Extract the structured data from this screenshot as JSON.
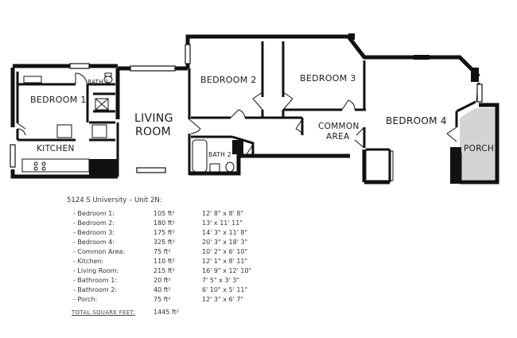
{
  "rooms": {
    "bedroom1": "BEDROOM 1",
    "bedroom2": "BEDROOM 2",
    "bedroom3": "BEDROOM 3",
    "bedroom4": "BEDROOM 4",
    "living1": "LIVING",
    "living2": "ROOM",
    "kitchen": "KITCHEN",
    "common1": "COMMON",
    "common2": "AREA",
    "bath1": "BATH 1",
    "bath2": "BATH 2",
    "porch": "PORCH"
  },
  "table": {
    "title": "5124 S University – Unit 2N:",
    "rows": [
      {
        "name": "-  Bedroom 1:",
        "area": "105 ft²",
        "dims": "12' 8\" x 8' 8\""
      },
      {
        "name": "-  Bedroom 2:",
        "area": "180 ft²",
        "dims": "13' x 11' 11\""
      },
      {
        "name": "-  Bedroom 3:",
        "area": "175 ft²",
        "dims": "14' 3\" x 11' 8\""
      },
      {
        "name": "-  Bedroom 4:",
        "area": "325 ft²",
        "dims": "20' 3\" x 18' 3\""
      },
      {
        "name": "-  Common Area:",
        "area": "75 ft²",
        "dims": "10' 2\" x 6' 10\""
      },
      {
        "name": "-  Kitchen:",
        "area": "110 ft²",
        "dims": "12' 1\" x 8' 11\""
      },
      {
        "name": "-  Living Room:",
        "area": "215 ft²",
        "dims": "16' 9\" x 12' 10\""
      },
      {
        "name": "-  Bathroom 1:",
        "area": "20 ft²",
        "dims": "7' 5\" x 3' 3\""
      },
      {
        "name": "-  Bathroom 2:",
        "area": "40 ft²",
        "dims": "6' 10\" x 5' 11\""
      },
      {
        "name": "-  Porch:",
        "area": "75 ft²",
        "dims": "12' 3\" x 6' 7\""
      }
    ],
    "total_label": "TOTAL SQUARE FEET:",
    "total_value": "1445 ft²"
  }
}
